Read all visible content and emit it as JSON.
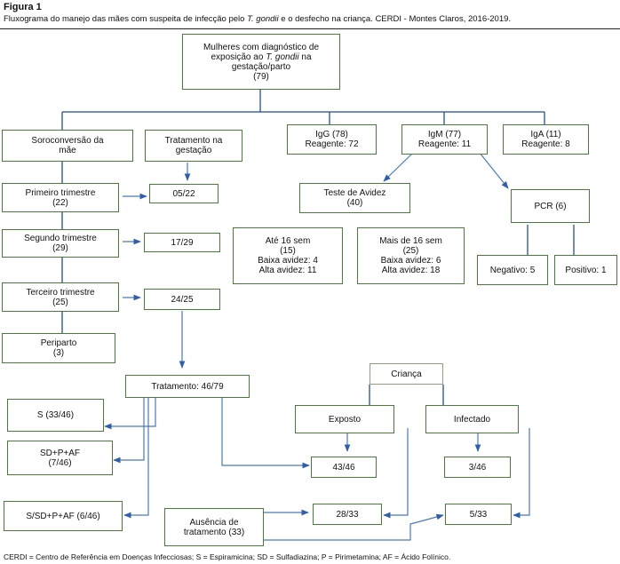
{
  "figure": {
    "title": "Figura 1",
    "subtitle_pre": "Fluxograma do manejo das mães com suspeita de infecção pelo ",
    "subtitle_species": "T. gondii",
    "subtitle_post": " e o desfecho na criança. CERDI - Montes Claros, 2016-2019.",
    "footnote": "CERDI = Centro de Referência em Doenças Infecciosas; S = Espiramicina; SD = Sulfadiazina; P = Pirimetamina; AF = Ácido Folínico."
  },
  "nodes": {
    "root": {
      "line1": "Mulheres com diagnóstico de",
      "line2a": "exposição ao ",
      "line2b": "T. gondii",
      "line2c": " na",
      "line3": "gestação/parto",
      "line4": "(79)"
    },
    "sorocon": {
      "line1": "Soroconversão da",
      "line2": "mãe"
    },
    "tratgest": {
      "line1": "Tratamento na",
      "line2": "gestação"
    },
    "igg": {
      "line1": "IgG (78)",
      "line2": "Reagente: 72"
    },
    "igm": {
      "line1": "IgM (77)",
      "line2": "Reagente: 11"
    },
    "iga": {
      "line1": "IgA (11)",
      "line2": "Reagente: 8"
    },
    "prim": {
      "line1": "Primeiro trimestre",
      "line2": "(22)"
    },
    "r0522": {
      "line1": "05/22"
    },
    "seg": {
      "line1": "Segundo trimestre",
      "line2": "(29)"
    },
    "r1729": {
      "line1": "17/29"
    },
    "terc": {
      "line1": "Terceiro trimestre",
      "line2": "(25)"
    },
    "r2425": {
      "line1": "24/25"
    },
    "peri": {
      "line1": "Periparto",
      "line2": "(3)"
    },
    "avidez": {
      "line1": "Teste de Avidez",
      "line2": "(40)"
    },
    "ate16": {
      "line1": "Até 16 sem",
      "line2": "(15)",
      "line3": "Baixa avidez: 4",
      "line4": "Alta avidez: 11"
    },
    "mais16": {
      "line1": "Mais de 16 sem",
      "line2": "(25)",
      "line3": "Baixa avidez: 6",
      "line4": "Alta avidez: 18"
    },
    "pcr": {
      "line1": "PCR (6)"
    },
    "neg": {
      "line1": "Negativo: 5"
    },
    "pos": {
      "line1": "Positivo: 1"
    },
    "trat": {
      "line1": "Tratamento: 46/79"
    },
    "s": {
      "line1": "S (33/46)"
    },
    "sdpaf": {
      "line1": "SD+P+AF",
      "line2": "(7/46)"
    },
    "ssdpaf": {
      "line1": "S/SD+P+AF (6/46)"
    },
    "crianca": {
      "line1": "Criança"
    },
    "exposto": {
      "line1": "Exposto"
    },
    "infectado": {
      "line1": "Infectado"
    },
    "r4346": {
      "line1": "43/46"
    },
    "r346": {
      "line1": "3/46"
    },
    "ausencia": {
      "line1": "Ausência de",
      "line2": "tratamento (33)"
    },
    "r2833": {
      "line1": "28/33"
    },
    "r533": {
      "line1": "5/33"
    }
  },
  "colors": {
    "box_border": "#4a7a3c",
    "connector": "#1f4e8c",
    "arrow_line": "#4a7ab8"
  }
}
